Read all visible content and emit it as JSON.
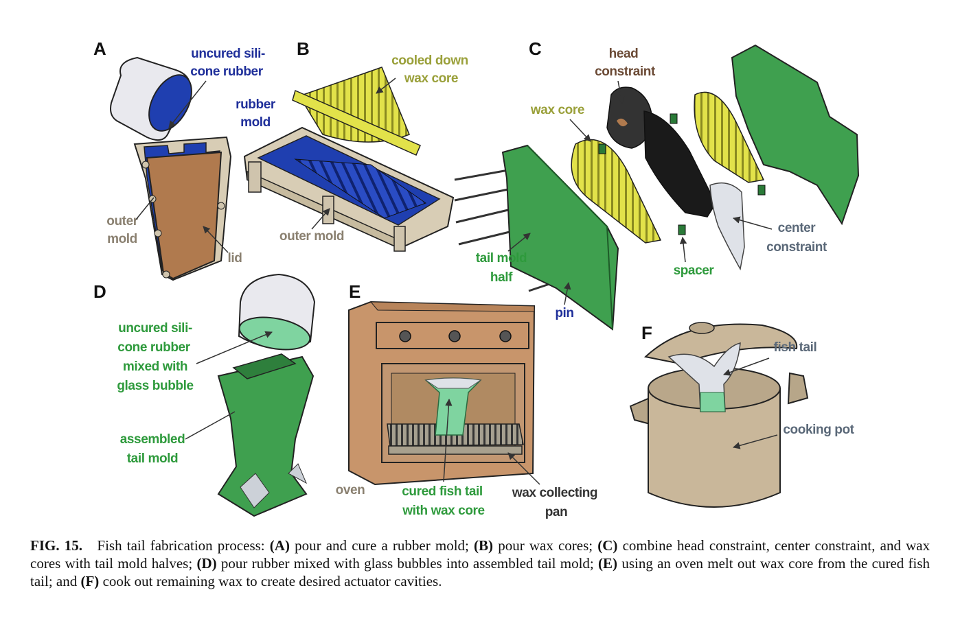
{
  "colors": {
    "silicone_blue": "#1f3fb0",
    "wax_yellow": "#d9d93a",
    "mold_green": "#3fa04f",
    "outer_mold_tan": "#cfc4ad",
    "lid_brown": "#b07a4e",
    "oven_brown": "#c8956b",
    "pot_tan": "#c9b79a",
    "label_green": "#2e9a3c",
    "label_blue": "#1f2f9a",
    "label_olive": "#9aa03a",
    "label_gray": "#8a8070",
    "label_brown": "#6b4a35",
    "label_slate": "#5a6878"
  },
  "panels": {
    "A": {
      "letter": "A",
      "labels": {
        "uncured_line1": "uncured sili-",
        "uncured_line2": "cone rubber",
        "outer_line1": "outer",
        "outer_line2": "mold",
        "lid": "lid"
      }
    },
    "B": {
      "letter": "B",
      "labels": {
        "cooled_line1": "cooled down",
        "cooled_line2": "wax core",
        "rubber_line1": "rubber",
        "rubber_line2": "mold",
        "outer_mold": "outer mold"
      }
    },
    "C": {
      "letter": "C",
      "labels": {
        "head_line1": "head",
        "head_line2": "constraint",
        "wax_core": "wax core",
        "tail_line1": "tail mold",
        "tail_line2": "half",
        "spacer": "spacer",
        "center_line1": "center",
        "center_line2": "constraint",
        "pin": "pin"
      }
    },
    "D": {
      "letter": "D",
      "labels": {
        "uncured_line1": "uncured sili-",
        "uncured_line2": "cone rubber",
        "uncured_line3": "mixed with",
        "uncured_line4": "glass bubble",
        "assembled_line1": "assembled",
        "assembled_line2": "tail mold"
      }
    },
    "E": {
      "letter": "E",
      "labels": {
        "oven": "oven",
        "cured_line1": "cured fish tail",
        "cured_line2": "with wax core",
        "pan_line1": "wax collecting",
        "pan_line2": "pan"
      }
    },
    "F": {
      "letter": "F",
      "labels": {
        "fish_tail": "fish tail",
        "cooking_pot": "cooking pot"
      }
    }
  },
  "caption": {
    "fig": "FIG. 15.",
    "intro": "Fish tail fabrication process:",
    "a_tag": "(A)",
    "a_text": "pour and cure a rubber mold;",
    "b_tag": "(B)",
    "b_text": "pour wax cores;",
    "c_tag": "(C)",
    "c_text": "combine head constraint, center constraint, and wax cores with tail mold halves;",
    "d_tag": "(D)",
    "d_text": "pour rubber mixed with glass bubbles into assembled tail mold;",
    "e_tag": "(E)",
    "e_text": "using an oven melt out wax core from the cured fish tail; and",
    "f_tag": "(F)",
    "f_text": "cook out remaining wax to create desired actuator cavities."
  }
}
